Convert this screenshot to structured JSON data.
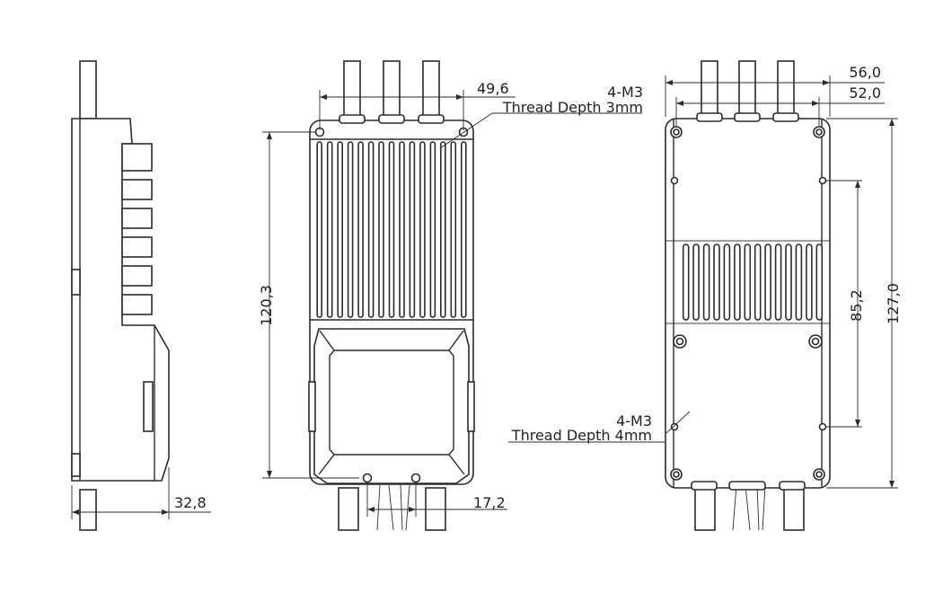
{
  "dimensions": {
    "side_thickness": "32,8",
    "top_width_inner": "49,6",
    "body_height": "120,3",
    "bottom_pitch": "17,2",
    "overall_width": "56,0",
    "hole_spacing_width": "52,0",
    "overall_height": "127,0",
    "hole_spacing_height": "85,2"
  },
  "callouts": {
    "top": {
      "thread": "4-M3",
      "depth": "Thread Depth 3mm"
    },
    "back": {
      "thread": "4-M3",
      "depth": "Thread Depth 4mm"
    }
  }
}
